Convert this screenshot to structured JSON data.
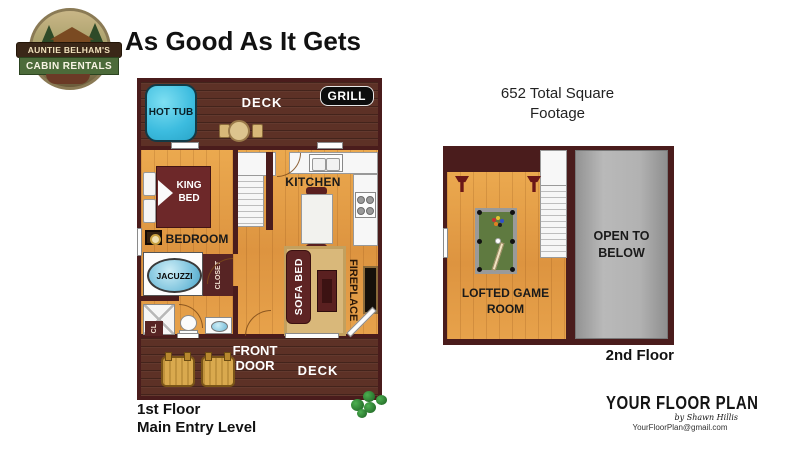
{
  "header": {
    "title": "As Good As It Gets",
    "logo": {
      "top": "AUNTIE BELHAM'S",
      "bottom": "CABIN RENTALS"
    }
  },
  "floor1": {
    "deck_top_label": "DECK",
    "grill_label": "GRILL",
    "hot_tub_label": "HOT TUB",
    "king_bed_label": "KING BED",
    "bedroom_label": "BEDROOM",
    "kitchen_label": "KITCHEN",
    "jacuzzi_label": "JACUZZI",
    "closet_label": "CLOSET",
    "small_closet_label": "CL",
    "sofa_bed_label": "SOFA BED",
    "fireplace_label": "FIREPLACE",
    "front_door_label": "FRONT DOOR",
    "deck_bottom_label": "DECK",
    "caption_line1": "1st Floor",
    "caption_line2": "Main Entry Level"
  },
  "floor2": {
    "square_footage": "652 Total Square Footage",
    "game_room_label": "LOFTED GAME ROOM",
    "open_to_below_label": "OPEN TO BELOW",
    "caption": "2nd Floor"
  },
  "branding": {
    "name": "YOUR FLOOR PLAN",
    "byline": "by Shawn Hillis",
    "email": "YourFloorPlan@gmail.com"
  },
  "colors": {
    "wall": "#4a1c1c",
    "deck": "#5d3126",
    "wood": "#e29c48",
    "hot_tub": "#3cbcdf",
    "open_below_gray": "#aaaaaa",
    "pool_felt": "#5f7a40"
  }
}
